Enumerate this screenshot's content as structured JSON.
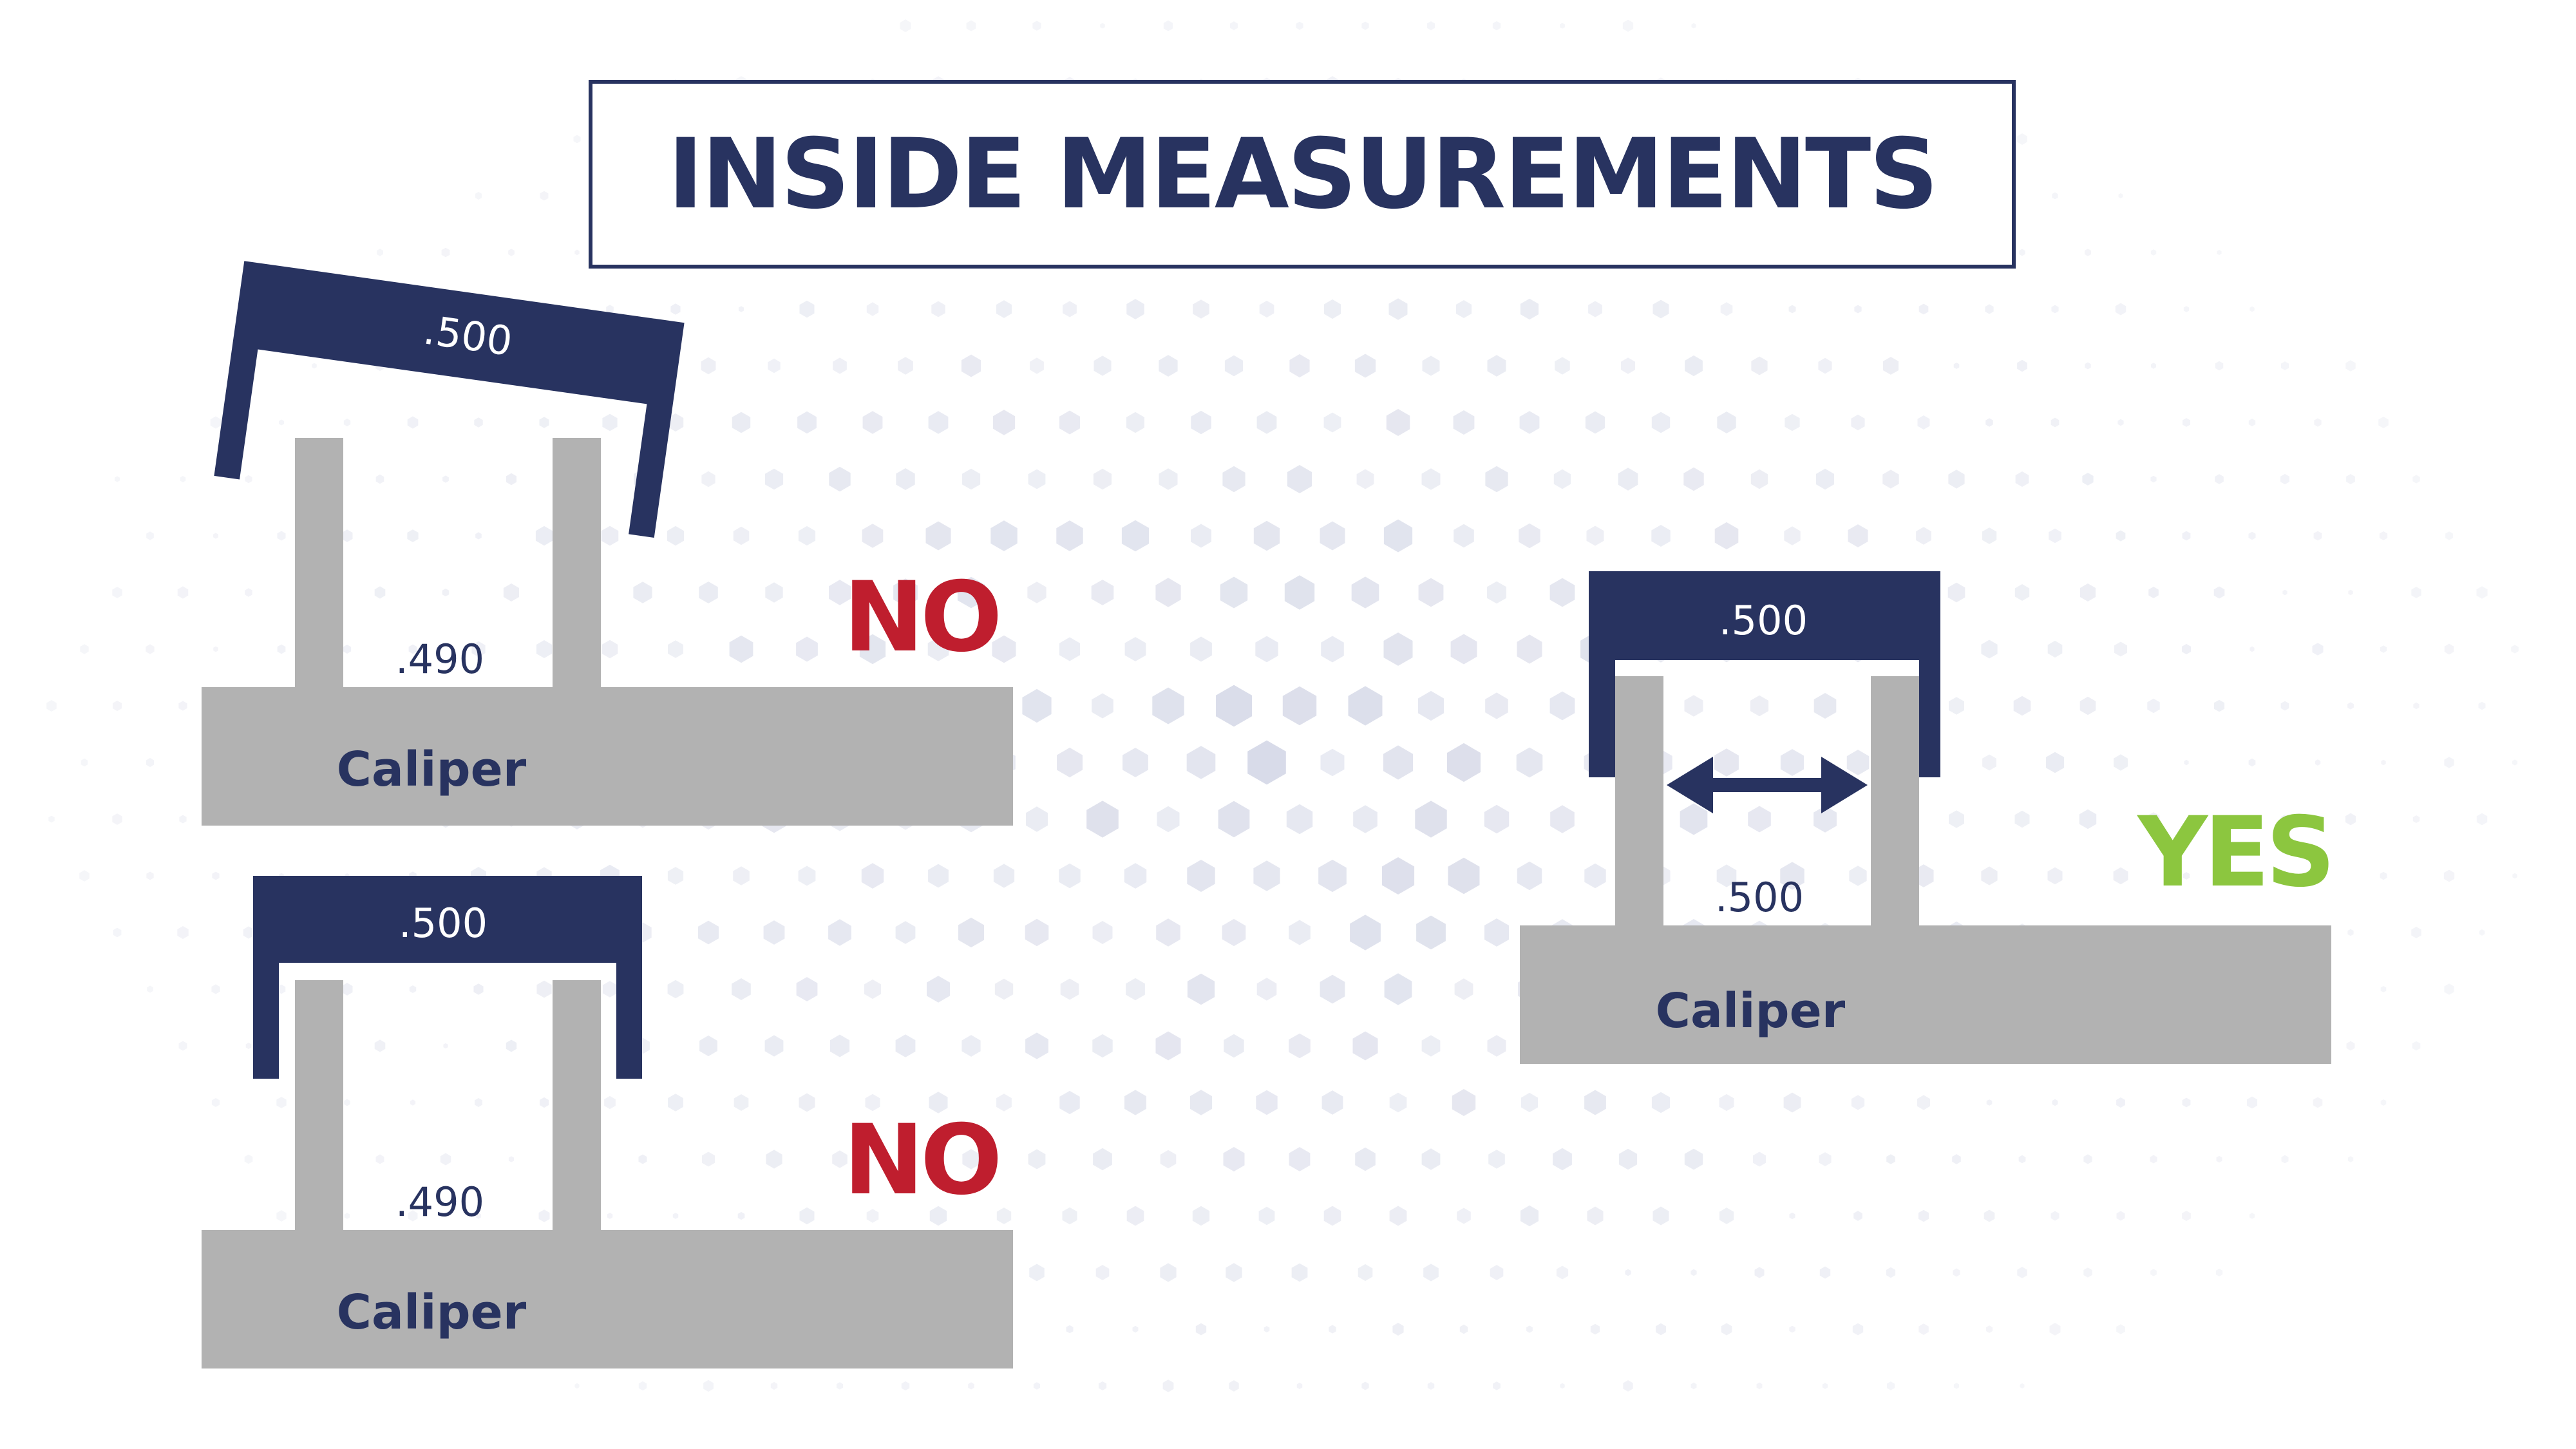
{
  "title": "INSIDE MEASUREMENTS",
  "colors": {
    "navy": "#283360",
    "gray": "#b2b2b2",
    "no_red": "#bf1e2e",
    "yes_green": "#8cc63f",
    "hex": "#c9cde0"
  },
  "scenarios": [
    {
      "id": "tilted",
      "gauge_label": ".500",
      "gap_label": ".490",
      "base_label": "Caliper",
      "verdict": "NO"
    },
    {
      "id": "undersized",
      "gauge_label": ".500",
      "gap_label": ".490",
      "base_label": "Caliper",
      "verdict": "NO"
    },
    {
      "id": "correct",
      "gauge_label": ".500",
      "gap_label": ".500",
      "base_label": "Caliper",
      "verdict": "YES"
    }
  ]
}
